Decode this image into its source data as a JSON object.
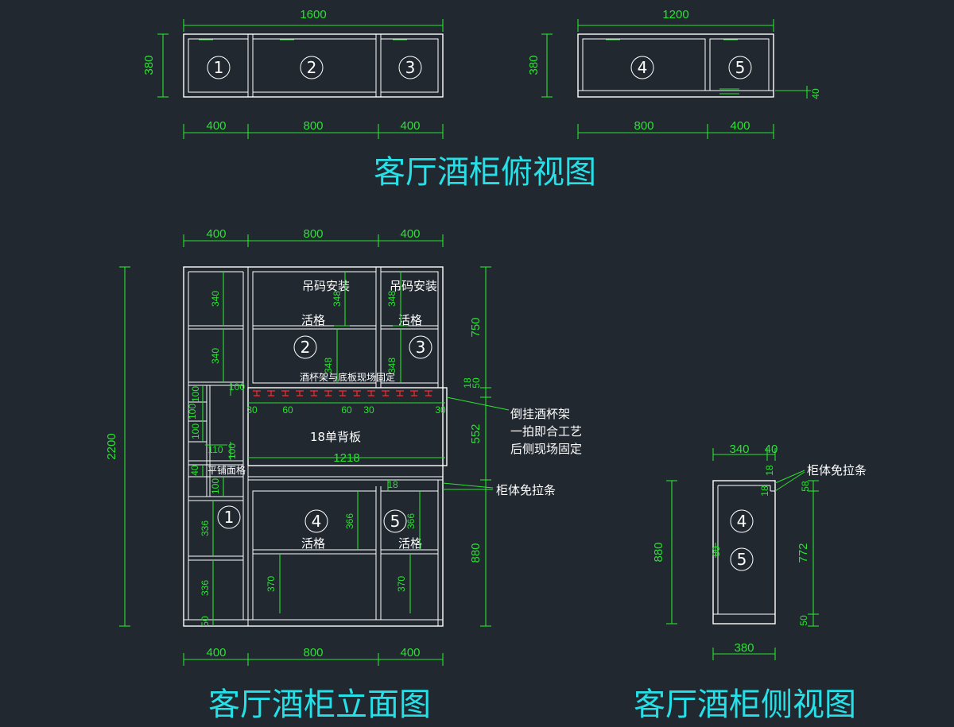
{
  "titles": {
    "top_view": "客厅酒柜俯视图",
    "elevation": "客厅酒柜立面图",
    "side_view": "客厅酒柜侧视图"
  },
  "top_view_left": {
    "width_total": "1600",
    "depth": "380",
    "widths": [
      "400",
      "800",
      "400"
    ],
    "numbers": [
      "1",
      "2",
      "3"
    ]
  },
  "top_view_right": {
    "width_total": "1200",
    "depth": "380",
    "widths": [
      "800",
      "400"
    ],
    "numbers": [
      "4",
      "5"
    ],
    "small_dim": "40"
  },
  "elevation": {
    "top_widths": [
      "400",
      "800",
      "400"
    ],
    "bottom_widths": [
      "400",
      "800",
      "400"
    ],
    "total_height": "2200",
    "right_dims": [
      "750",
      "18",
      "50",
      "552",
      "880"
    ],
    "left_col_dims": [
      "340",
      "340",
      "100",
      "100",
      "100",
      "110",
      "100",
      "40",
      "100",
      "336",
      "336",
      "50"
    ],
    "upper_notes": [
      "吊码安装",
      "吊码安装",
      "活格",
      "活格"
    ],
    "upper_dims": [
      "348",
      "348",
      "348",
      "348"
    ],
    "rack_note": "酒杯架与底板现场固定",
    "rack_dims": [
      "100",
      "30",
      "60",
      "60",
      "30",
      "30"
    ],
    "backboard": "18单背板",
    "backboard_width": "1218",
    "small_label": "平铺面格",
    "numbers": [
      "1",
      "2",
      "3",
      "4",
      "5"
    ],
    "lower_notes": [
      "活格",
      "活格"
    ],
    "lower_dims": [
      "366",
      "366",
      "370",
      "370",
      "18"
    ],
    "callout_rack": [
      "倒挂酒杯架",
      "一拍即合工艺",
      "后侧现场固定"
    ],
    "callout_strip": "柜体免拉条"
  },
  "side_view": {
    "top_dims": [
      "340",
      "40"
    ],
    "small_dims": [
      "18",
      "18",
      "58"
    ],
    "height_left": "880",
    "height_right": "772",
    "base": "50",
    "width_bottom": "380",
    "numbers": [
      "4",
      "5"
    ],
    "callout": "柜体免拉条",
    "small_text": "80"
  },
  "colors": {
    "background": "#212830",
    "lines": "#ffffff",
    "dimensions": "#29e32f",
    "titles": "#26e0e8",
    "wine_rack": "#ff2a2a"
  }
}
